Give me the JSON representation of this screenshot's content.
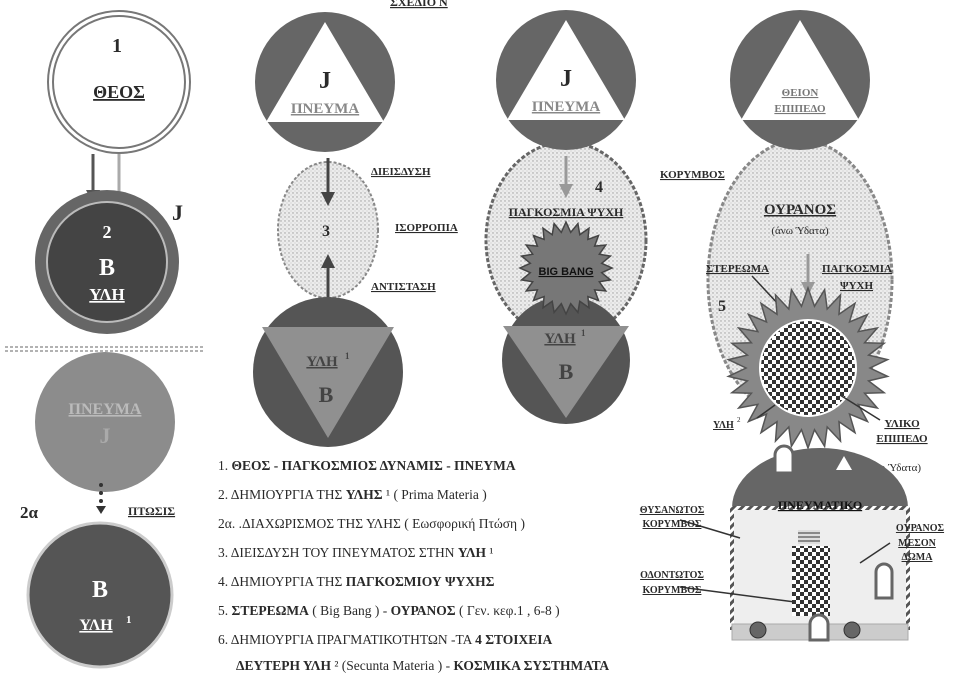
{
  "header_fragment": "ΣΧΕΔΙΟ Ν",
  "d1": {
    "num": "1",
    "label": "ΘΕΟΣ"
  },
  "d2": {
    "num": "2",
    "letter": "B",
    "label": "ΥΛΗ",
    "j": "J"
  },
  "d2a": {
    "top_label": "ΠΝΕΥΜΑ",
    "top_letter": "J",
    "num": "2α",
    "fall": "ΠΤΩΣΙΣ",
    "letter": "B",
    "label": "ΥΛΗ",
    "sup": "1"
  },
  "d3": {
    "top_letter": "J",
    "top_label": "ΠΝΕΥΜΑ",
    "num": "3",
    "diffusion": "ΔΙΕΙΣΔΥΣΗ",
    "balance": "ΙΣΟΡΡΟΠΙΑ",
    "resistance": "ΑΝΤΙΣΤΑΣΗ",
    "bottom_label": "ΥΛΗ",
    "sup": "1",
    "bottom_letter": "B"
  },
  "d4": {
    "top_letter": "J",
    "top_label": "ΠΝΕΥΜΑ",
    "num": "4",
    "soul": "ΠΑΓΚΟΣΜΙΑ  ΨΥΧΗ",
    "bigbang": "BIG BANG",
    "bottom_label": "ΥΛΗ",
    "sup": "1",
    "bottom_letter": "B"
  },
  "d5": {
    "top_line1": "ΘΕΙΟΝ",
    "top_line2": "ΕΠΙΠΕΔΟ",
    "cluster": "ΚΟΡΥΜΒΟΣ",
    "heaven": "ΟΥΡΑΝΟΣ",
    "upper_waters": "(άνω Ύδατα)",
    "firmament": "ΣΤΕΡΕΩΜΑ",
    "soul1": "ΠΑΓΚΟΣΜΙΑ",
    "soul2": "ΨΥΧΗ",
    "num": "5",
    "matter2": "ΥΛΗ",
    "sup": "2",
    "material1": "ΥΛΙΚΟ",
    "material2": "ΕΠΙΠΕΔΟ",
    "lower_waters": "(κάτω Ύδατα)"
  },
  "temple": {
    "spiritual": "ΠΝΕΥΜΑΤΙΚΟ",
    "fringed1": "ΘΥΣΑΝΩΤΟΣ",
    "fringed2": "ΚΟΡΥΜΒΟΣ",
    "toothed1": "ΟΔΟΝΤΩΤΟΣ",
    "toothed2": "ΚΟΡΥΜΒΟΣ",
    "heaven": "ΟΥΡΑΝΟΣ",
    "mid1": "ΜΕΣΟΝ",
    "mid2": "ΔΩΜΑ"
  },
  "legend": [
    {
      "a": "1. ",
      "b": "ΘΕΟΣ - ΠΑΓΚΟΣΜΙΟΣ ΔΥΝΑΜΙΣ - ΠΝΕΥΜΑ",
      "c": ""
    },
    {
      "a": "2. ΔΗΜΙΟΥΡΓΙΑ ΤΗΣ ",
      "b": "ΥΛΗΣ",
      "c": " ¹ ( Prima Materia )"
    },
    {
      "a": "2α. .ΔΙΑΧΩΡΙΣΜΟΣ ΤΗΣ ΥΛΗΣ ( Εωσφορική Πτώση )",
      "b": "",
      "c": ""
    },
    {
      "a": "3. ΔΙΕΙΣΔΥΣΗ ΤΟΥ ΠΝΕΥΜΑΤΟΣ ΣΤΗΝ ",
      "b": "ΥΛΗ",
      "c": " ¹"
    },
    {
      "a": "4. ΔΗΜΙΟΥΡΓΙΑ ΤΗΣ ",
      "b": "ΠΑΓΚΟΣΜΙΟΥ  ΨΥΧΗΣ",
      "c": ""
    },
    {
      "a": "5. ",
      "b": "ΣΤΕΡΕΩΜΑ",
      "c": " ( Big Bang ) - ",
      "d": "ΟΥΡΑΝΟΣ",
      "e": "  ( Γεν. κεφ.1 , 6-8 )"
    },
    {
      "a": "6. ΔΗΜΙΟΥΡΓΙΑ ΠΡΑΓΜΑΤΙΚΟΤΗΤΩΝ  -ΤΑ ",
      "b": "4  ΣΤΟΙΧΕΙΑ",
      "c": ""
    },
    {
      "a": "   ",
      "b": "ΔΕΥΤΕΡΗ ΥΛΗ",
      "c": " ² (Secunta Materia ) - ",
      "d": "ΚΟΣΜΙΚΑ ΣΥΣΤΗΜΑΤΑ",
      "e": ""
    }
  ]
}
